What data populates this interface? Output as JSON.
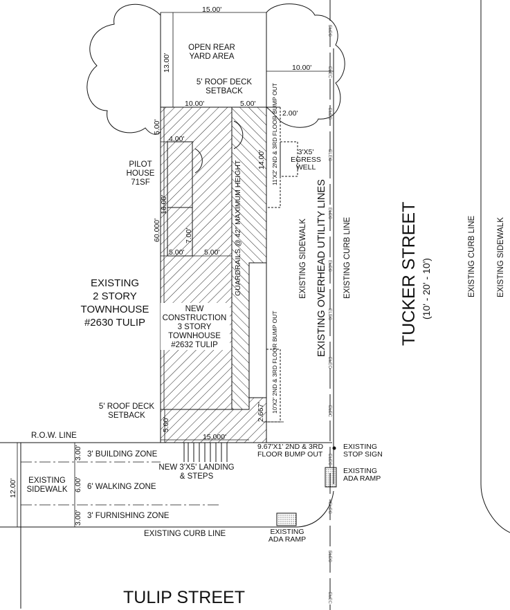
{
  "labels": {
    "open_rear_yard_1": "OPEN REAR",
    "open_rear_yard_2": "YARD AREA",
    "roof_deck_setback_top_1": "5' ROOF DECK",
    "roof_deck_setback_top_2": "SETBACK",
    "egress_1": "3'X5'",
    "egress_2": "EGRESS",
    "egress_3": "WELL",
    "pilot_house_1": "PILOT",
    "pilot_house_2": "HOUSE",
    "pilot_house_3": "71SF",
    "existing_townhouse_1": "EXISTING",
    "existing_townhouse_2": "2 STORY",
    "existing_townhouse_3": "TOWNHOUSE",
    "existing_townhouse_4": "#2630 TULIP",
    "new_construction_1": "NEW",
    "new_construction_2": "CONSTRUCTION",
    "new_construction_3": "3 STORY",
    "new_construction_4": "TOWNHOUSE",
    "new_construction_5": "#2632 TULIP",
    "guardrails": "GUARDRAILS @ 42\" MAXIMUM HEIGHT",
    "bump_out_upper": "11'X2' 2ND & 3RD FLOOR BUMP OUT",
    "bump_out_lower": "10'X2' 2ND & 3RD FLOOR BUMP OUT",
    "roof_deck_setback_bottom_1": "5' ROOF DECK",
    "roof_deck_setback_bottom_2": "SETBACK",
    "row_line": "R.O.W. LINE",
    "bump_out_front_1": "9.67'X1' 2ND & 3RD",
    "bump_out_front_2": "FLOOR BUMP OUT",
    "landing_1": "NEW 3'X5' LANDING",
    "landing_2": "& STEPS",
    "existing_sidewalk_left_1": "EXISTING",
    "existing_sidewalk_left_2": "SIDEWALK",
    "building_zone": "3' BUILDING ZONE",
    "walking_zone": "6' WALKING ZONE",
    "furnishing_zone": "3' FURNISHING ZONE",
    "existing_curb_line_bottom": "EXISTING CURB LINE",
    "ada_ramp_bottom_1": "EXISTING",
    "ada_ramp_bottom_2": "ADA RAMP",
    "stop_sign_1": "EXISTING",
    "stop_sign_2": "STOP SIGN",
    "ada_ramp_right_1": "EXISTING",
    "ada_ramp_right_2": "ADA RAMP",
    "existing_sidewalk_vertical": "EXISTING SIDEWALK",
    "overhead_utility_lines": "EXISTING OVERHEAD UTILITY LINES",
    "existing_curb_line_vertical": "EXISTING CURB LINE",
    "tucker_street": "TUCKER STREET",
    "tucker_street_widths": "(10' - 20' - 10')",
    "existing_curb_line_far": "EXISTING CURB LINE",
    "existing_sidewalk_far": "EXISTING SIDEWALK",
    "tulip_street": "TULIP STREET",
    "elec": "ELEC"
  },
  "dimensions": {
    "top_width": "15.00'",
    "rear_depth": "13.00'",
    "tree_offset": "10.00'",
    "setback_10": "10.00'",
    "setback_5": "5.00'",
    "side_2": "2.00'",
    "rear_5": "5.00'",
    "pilot_4": "4.00'",
    "bump_14": "14.00'",
    "pilot_16": "16.00'",
    "lot_60": "60.000'",
    "pilot_7": "7.00'",
    "pilot_5_left": "5.00'",
    "pilot_5_right": "5.00'",
    "bump_2667": "2.667'",
    "front_5": "5.00'",
    "front_15": "15.000'",
    "zone_3_top": "3.00'",
    "sidewalk_12": "12.00'",
    "zone_6": "6.00'",
    "zone_3_bottom": "3.00'"
  }
}
